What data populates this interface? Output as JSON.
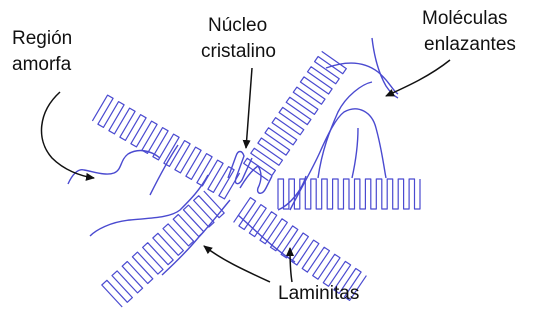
{
  "labels": {
    "amorphous_line1": "Región",
    "amorphous_line2": "amorfa",
    "nucleus_line1": "Núcleo",
    "nucleus_line2": "cristalino",
    "tie_line1": "Moléculas",
    "tie_line2": "enlazantes",
    "lamellae": "Laminitas"
  },
  "colors": {
    "chain": "#4a4ad0",
    "arrow": "#111111",
    "text": "#111111",
    "background": "#ffffff"
  }
}
